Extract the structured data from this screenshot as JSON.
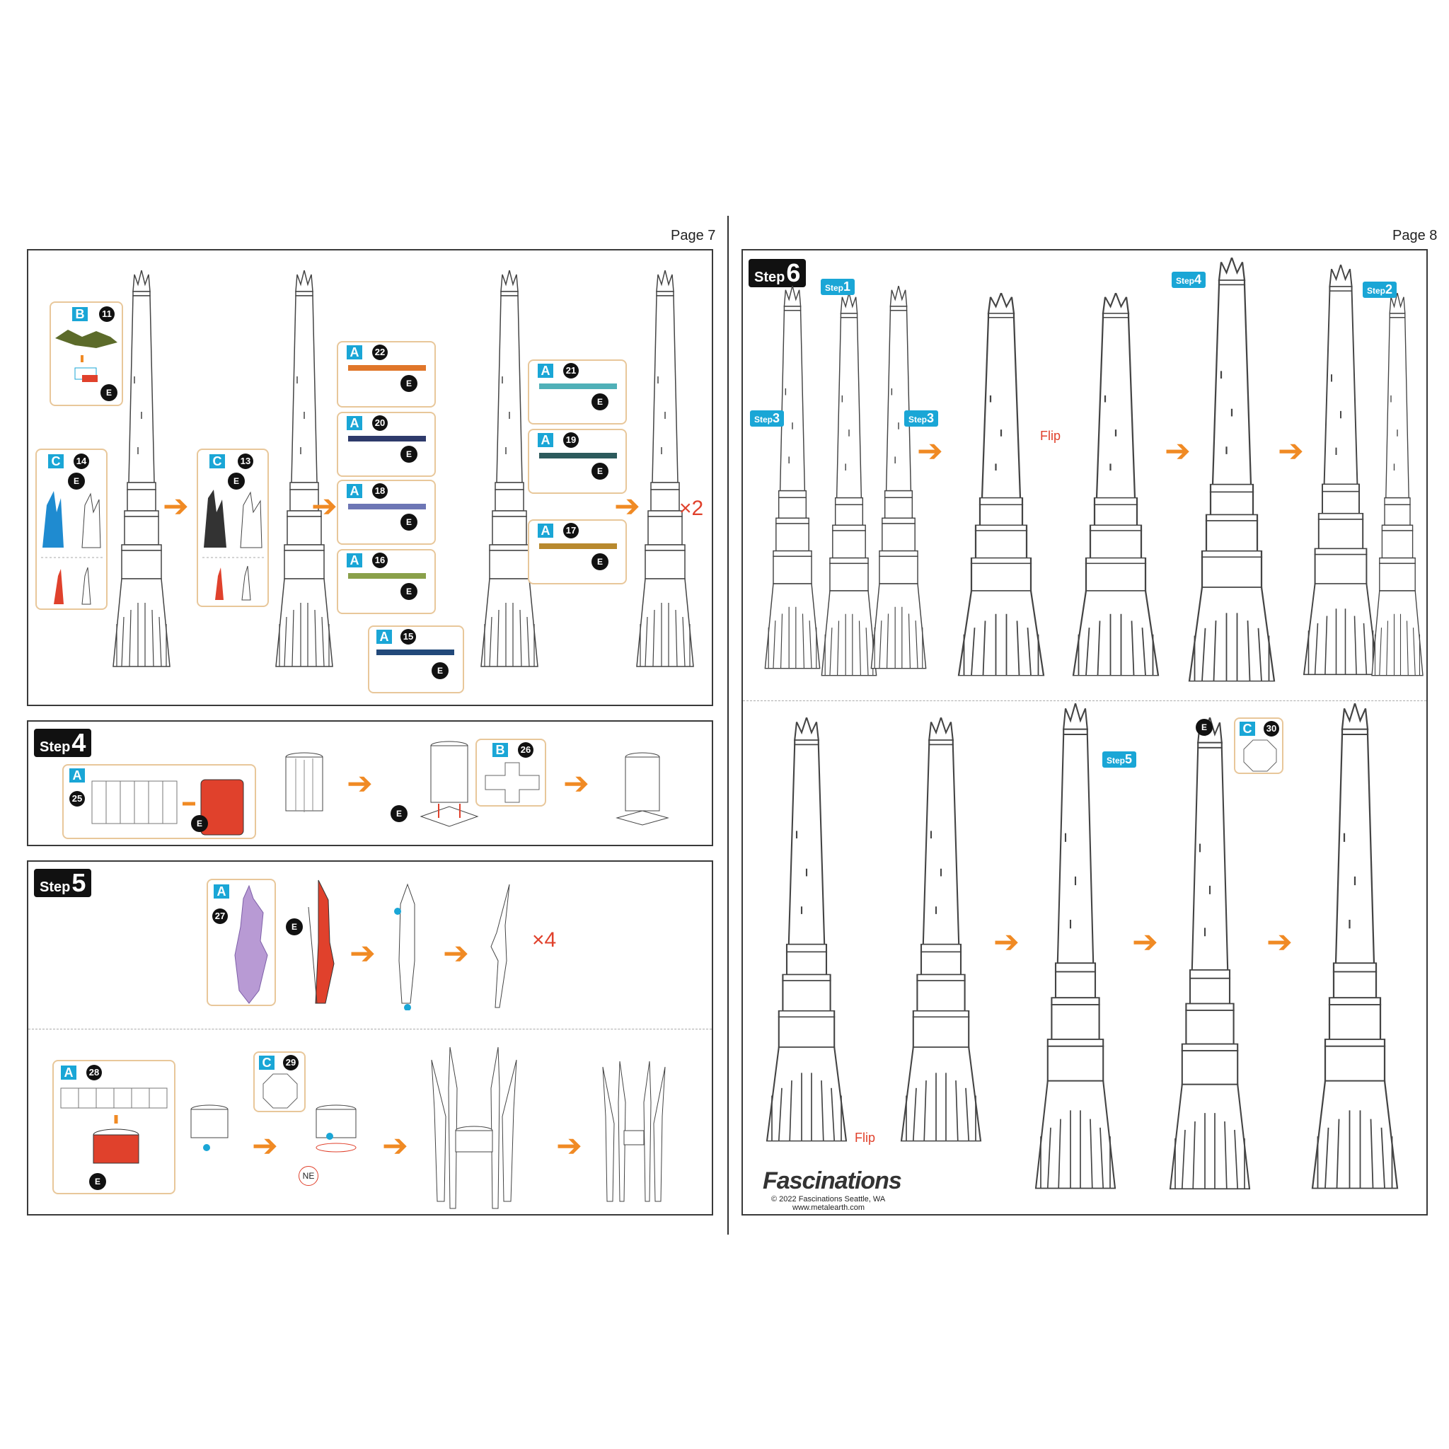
{
  "pages": {
    "left_label": "Page 7",
    "right_label": "Page 8"
  },
  "steps": {
    "step4": {
      "word": "Step",
      "num": "4"
    },
    "step5": {
      "word": "Step",
      "num": "5"
    },
    "step6": {
      "word": "Step",
      "num": "6"
    }
  },
  "mini_steps": {
    "s1": {
      "word": "Step",
      "num": "1"
    },
    "s2": {
      "word": "Step",
      "num": "2"
    },
    "s3a": {
      "word": "Step",
      "num": "3"
    },
    "s3b": {
      "word": "Step",
      "num": "3"
    },
    "s4": {
      "word": "Step",
      "num": "4"
    },
    "s5": {
      "word": "Step",
      "num": "5"
    }
  },
  "parts": {
    "p11": {
      "letter": "B",
      "num": "11"
    },
    "p14": {
      "letter": "C",
      "num": "14"
    },
    "p13": {
      "letter": "C",
      "num": "13"
    },
    "p22": {
      "letter": "A",
      "num": "22"
    },
    "p20": {
      "letter": "A",
      "num": "20"
    },
    "p18": {
      "letter": "A",
      "num": "18"
    },
    "p16": {
      "letter": "A",
      "num": "16"
    },
    "p15": {
      "letter": "A",
      "num": "15"
    },
    "p21": {
      "letter": "A",
      "num": "21"
    },
    "p19": {
      "letter": "A",
      "num": "19"
    },
    "p17": {
      "letter": "A",
      "num": "17"
    },
    "p25": {
      "letter": "A",
      "num": "25"
    },
    "p26": {
      "letter": "B",
      "num": "26"
    },
    "p27": {
      "letter": "A",
      "num": "27"
    },
    "p28": {
      "letter": "A",
      "num": "28"
    },
    "p29": {
      "letter": "C",
      "num": "29"
    },
    "p30": {
      "letter": "C",
      "num": "30"
    }
  },
  "e_label": "E",
  "ne_label": "NE",
  "multipliers": {
    "x2": "×2",
    "x4": "×4"
  },
  "flip_label": "Flip",
  "strip_colors": {
    "p22": "#e0762a",
    "p20": "#2e3a6b",
    "p18": "#6d76b5",
    "p16": "#8aa04a",
    "p15": "#22497a",
    "p21": "#4fb0b8",
    "p19": "#2c5a5c",
    "p17": "#b8892e"
  },
  "brand": {
    "name": "Fascinations",
    "copyright": "© 2022 Fascinations Seattle, WA",
    "url": "www.metalearth.com"
  }
}
